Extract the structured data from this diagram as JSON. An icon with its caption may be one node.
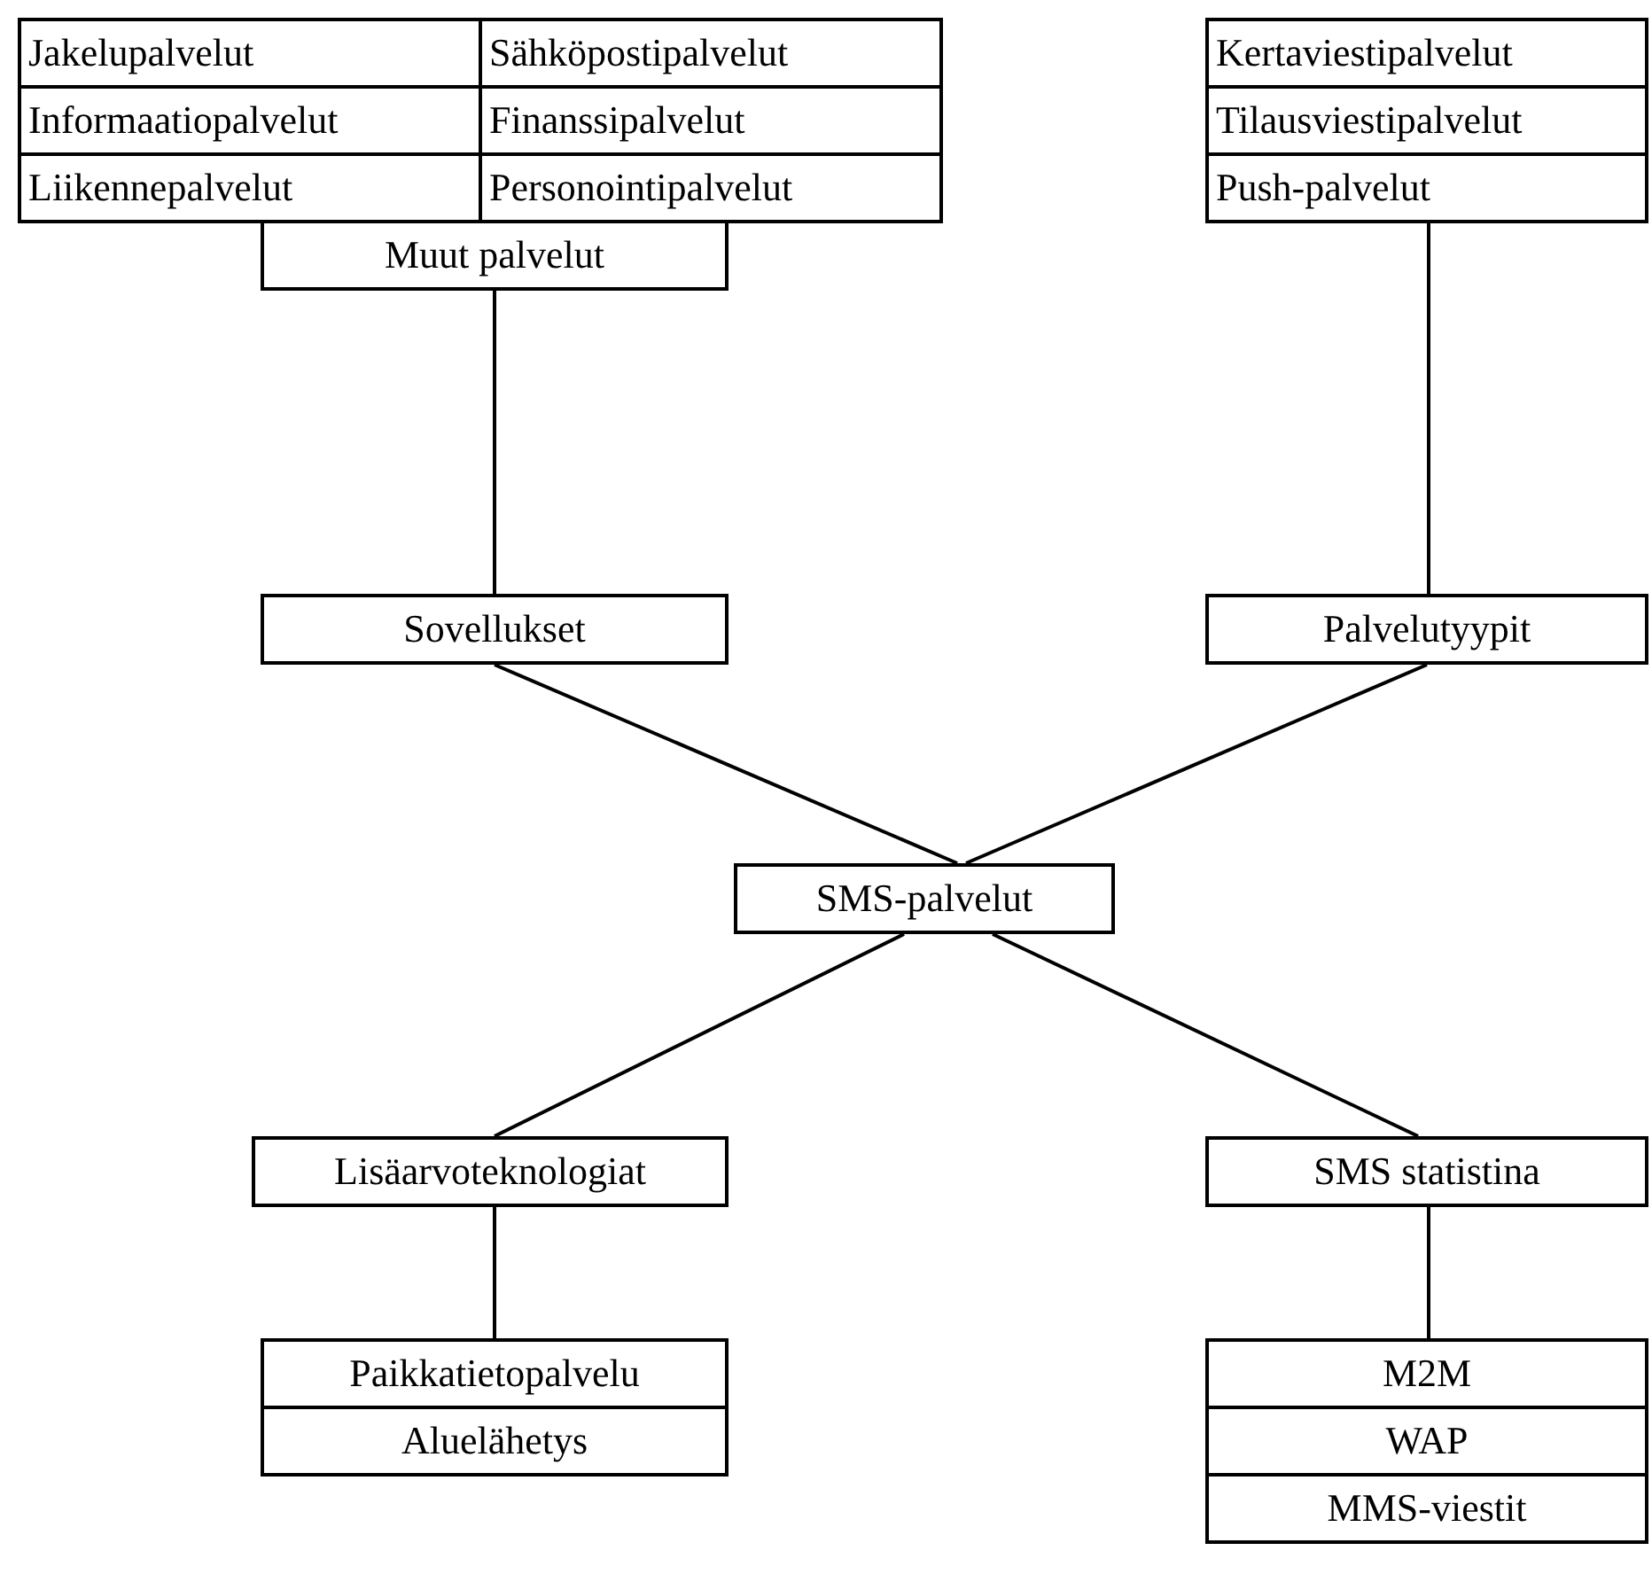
{
  "diagram": {
    "nodes": [
      {
        "text": [],
        "shape": "box"
      },
      {
        "text": [
          "Jakelupalvelut"
        ],
        "in": 0
      },
      {
        "text": [
          "Sähköpostipalvelut"
        ],
        "in": 0
      },
      {
        "text": [
          "Informaatiopalvelut"
        ],
        "in": 0
      },
      {
        "text": [
          "Finanssipalvelut"
        ],
        "in": 0
      },
      {
        "text": [
          "Liikennepalvelut"
        ],
        "in": 0
      },
      {
        "text": [
          "Personointipalvelut"
        ],
        "in": 0
      },
      {
        "text": [],
        "shape": "box"
      },
      {
        "text": [
          "Kertaviestipalvelut"
        ],
        "in": 7
      },
      {
        "text": [
          "Tilausviestipalvelut"
        ],
        "in": 7
      },
      {
        "text": [
          "Push-palvelut"
        ],
        "in": 7
      },
      {
        "text": [
          "Muut palvelut"
        ]
      },
      {
        "text": [
          "Sovellukset"
        ]
      },
      {
        "text": [
          "Palvelutyypit"
        ]
      },
      {
        "text": [
          "SMS-palvelut"
        ]
      },
      {
        "text": [
          "Lisäarvoteknologiat"
        ]
      },
      {
        "text": [
          "SMS statistina"
        ]
      },
      {
        "text": [],
        "shape": "box"
      },
      {
        "text": [
          "Paikkatietopalvelu"
        ],
        "in": 17
      },
      {
        "text": [
          "Aluelähetys"
        ],
        "in": 17
      },
      {
        "text": [],
        "shape": "box"
      },
      {
        "text": [
          "M2M"
        ],
        "in": 20
      },
      {
        "text": [
          "WAP"
        ],
        "in": 20
      },
      {
        "text": [
          "MMS-viestit"
        ],
        "in": 20
      }
    ],
    "edges": [
      {
        "from": 11,
        "to": 12,
        "arrow": "none"
      },
      {
        "from": 7,
        "to": 13,
        "arrow": "none"
      },
      {
        "from": 12,
        "to": 14,
        "arrow": "none"
      },
      {
        "from": 13,
        "to": 14,
        "arrow": "none"
      },
      {
        "from": 14,
        "to": 15,
        "arrow": "none"
      },
      {
        "from": 14,
        "to": 16,
        "arrow": "none"
      },
      {
        "from": 15,
        "to": 17,
        "arrow": "none"
      },
      {
        "from": 16,
        "to": 20,
        "arrow": "none"
      }
    ]
  }
}
